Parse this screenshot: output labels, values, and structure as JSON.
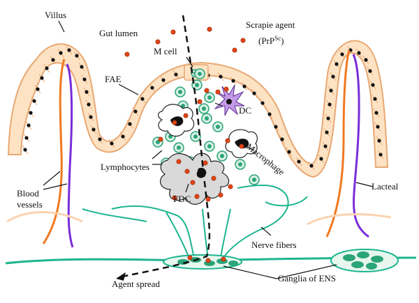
{
  "labels": {
    "villus": "Villus",
    "gut_lumen": "Gut lumen",
    "scrapie_agent": "Scrapie agent",
    "prp_open": "(PrP",
    "prp_sup": "Sc",
    "prp_close": ")",
    "m_cell": "M cell",
    "fae": "FAE",
    "dc": "DC",
    "macrophage": "Macrophage",
    "lymphocytes": "Lymphocytes",
    "blood": "Blood",
    "vessels": "vessels",
    "fdc": "FDC",
    "lacteal": "Lacteal",
    "nerve_fibers": "Nerve fibers",
    "agent_spread": "Agent spread",
    "ganglia": "Ganglia of ENS"
  },
  "colors": {
    "epithelium_fill": "#fde3c4",
    "epithelium_stroke": "#e8a873",
    "blood_vessel": "#f07820",
    "lacteal": "#7a2cd9",
    "nerve": "#1cb58f",
    "cell_fill": "#d6efe3",
    "cell_nucleus": "#2aa478",
    "agent": "#e04416",
    "fdc_fill": "#d9d9d9",
    "dc_fill": "#c39ae6"
  }
}
